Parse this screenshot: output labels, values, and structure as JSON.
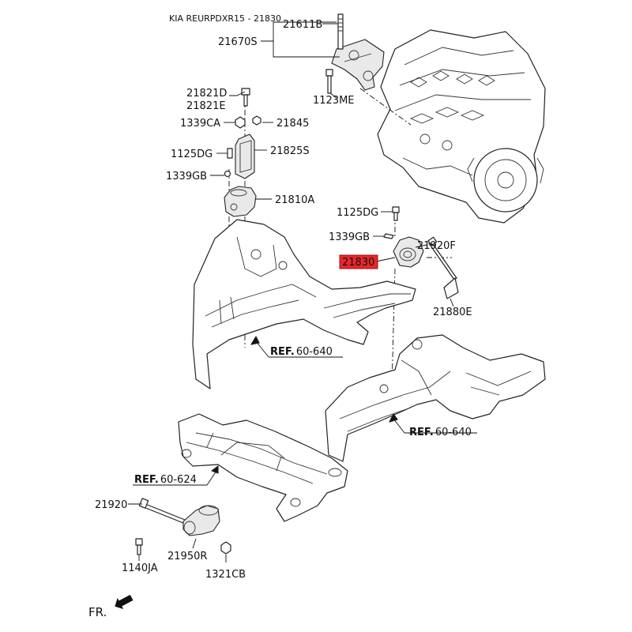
{
  "header": {
    "title": "KIA REURPDXR15 - 21830"
  },
  "labels": {
    "p21611B": "21611B",
    "p21670S": "21670S",
    "p1123ME": "1123ME",
    "p21821D": "21821D",
    "p21821E": "21821E",
    "p1339CA": "1339CA",
    "p21845": "21845",
    "p1125DG_top": "1125DG",
    "p21825S": "21825S",
    "p1339GB_top": "1339GB",
    "p21810A": "21810A",
    "p1125DG_mid": "1125DG",
    "p1339GB_mid": "1339GB",
    "p21920F": "21920F",
    "p21830": "21830",
    "p21880E": "21880E",
    "p21920": "21920",
    "p21950R": "21950R",
    "p1140JA": "1140JA",
    "p1321CB": "1321CB"
  },
  "refs": {
    "ref1": {
      "prefix": "REF.",
      "num": "60-640"
    },
    "ref2": {
      "prefix": "REF.",
      "num": "60-640"
    },
    "ref3": {
      "prefix": "REF.",
      "num": "60-624"
    }
  },
  "direction": {
    "label": "FR."
  },
  "highlight": {
    "part": "21830",
    "color": "#e8272a"
  }
}
